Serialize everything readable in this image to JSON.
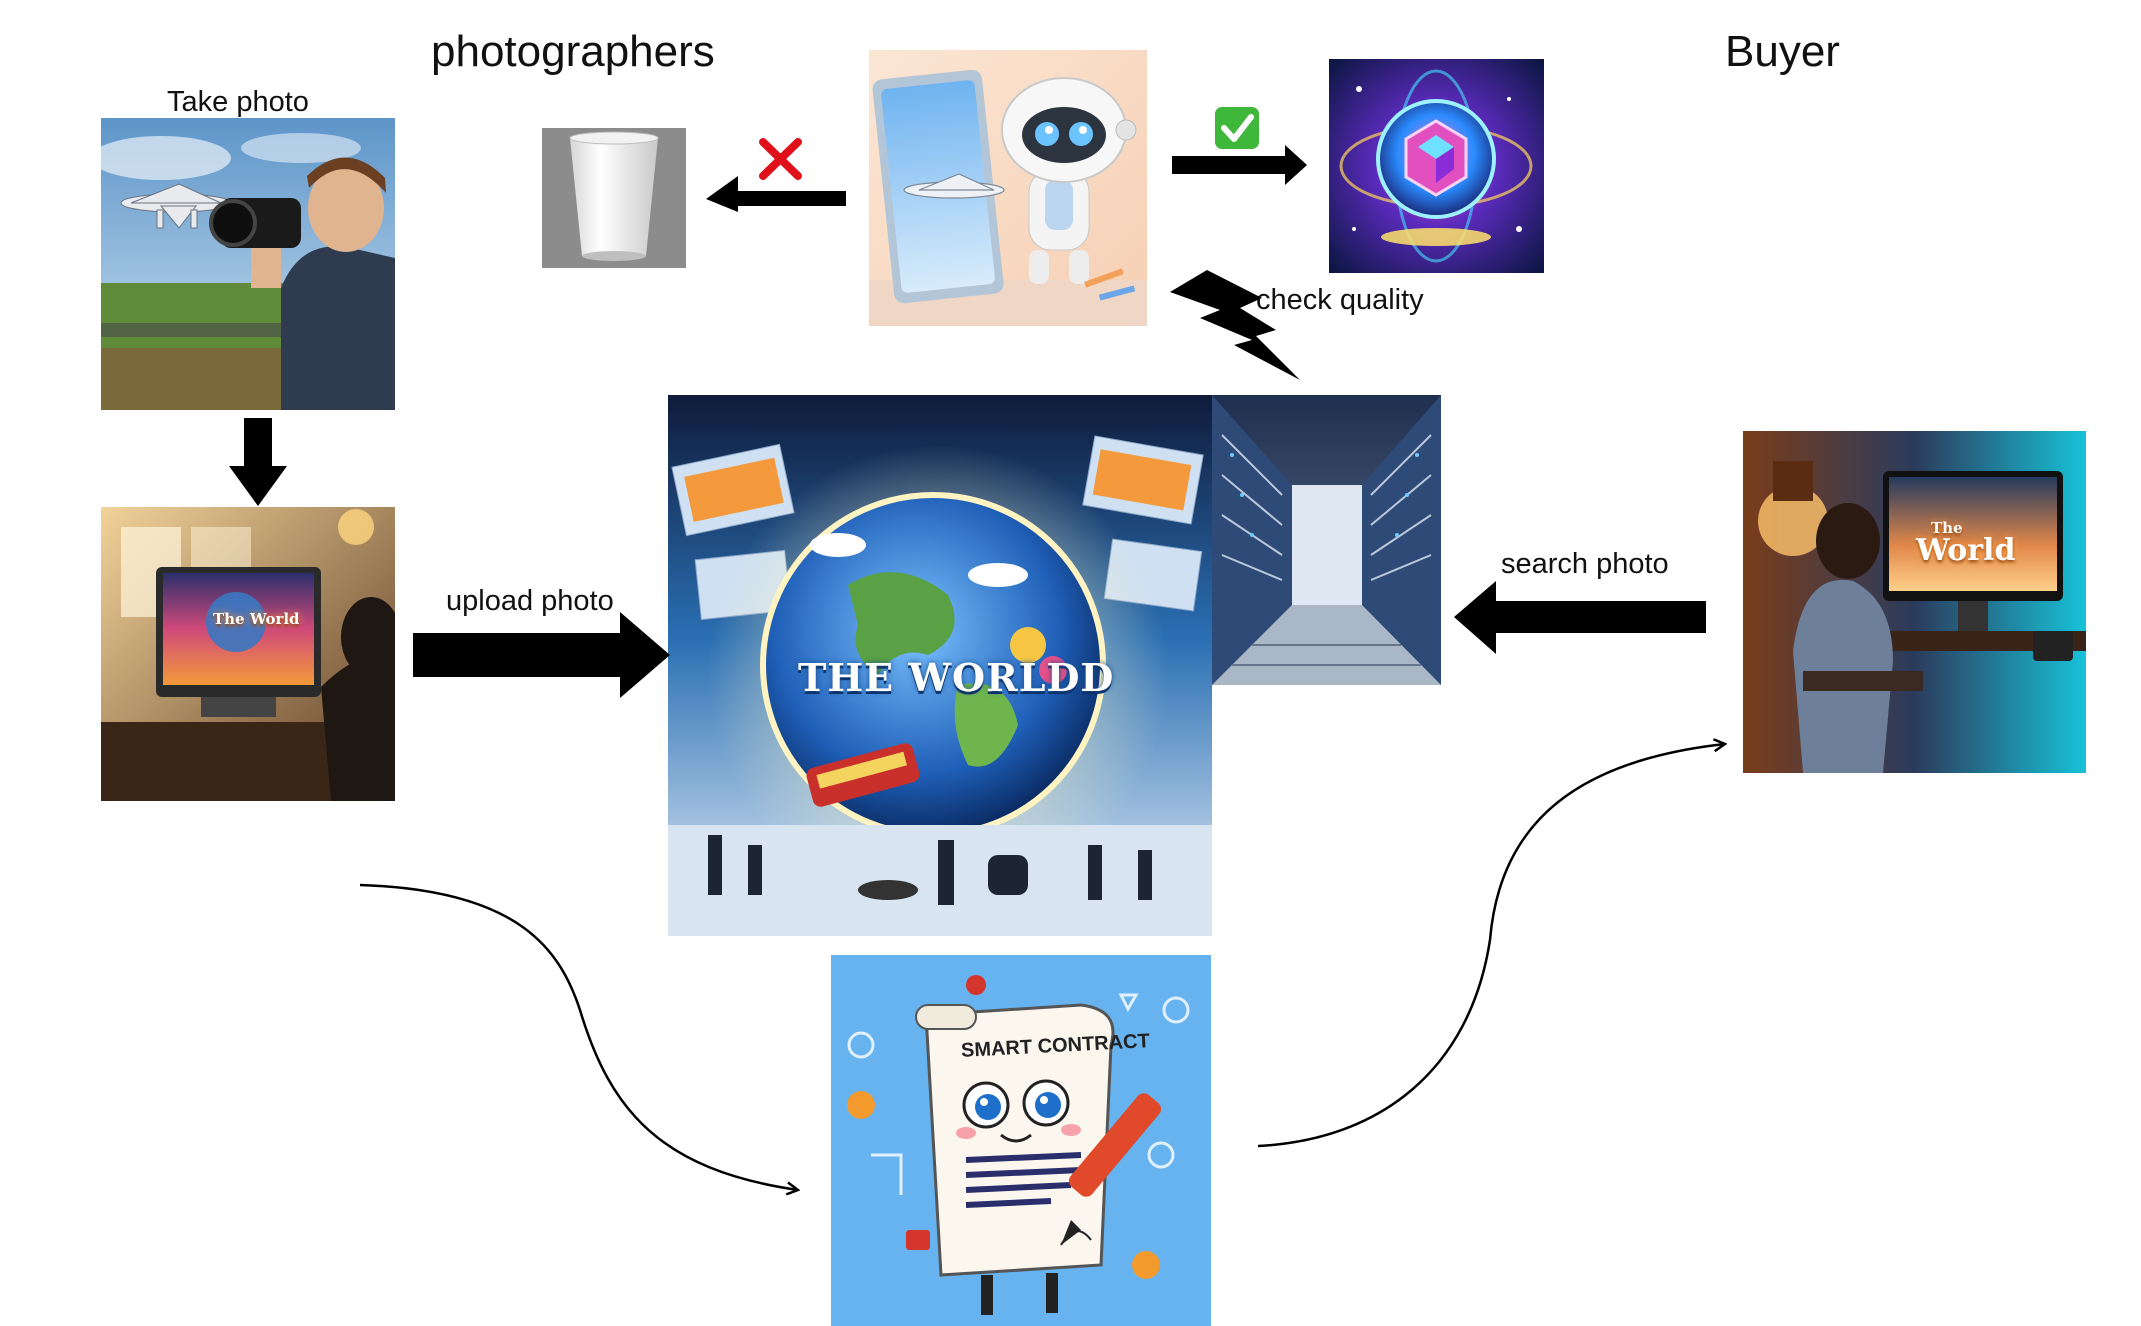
{
  "labels": {
    "photographers": "photographers",
    "buyer": "Buyer",
    "take_photo": "Take photo",
    "upload_photo": "upload photo",
    "check_quality": "check quality",
    "search_photo": "search photo"
  },
  "image_text": {
    "laptop_brand": "The World",
    "platform_title": "THE WORLDD",
    "contract_title": "SMART CONTRACT",
    "buyer_screen_the": "The",
    "buyer_screen_world": "World"
  },
  "marks": {
    "reject": "✕",
    "approve": "✓"
  },
  "colors": {
    "arrow": "#000000",
    "reject": "#e0101a",
    "approve": "#3fb73a",
    "sky": "#7fb6e6",
    "contract_bg": "#66b3ef",
    "server_blue": "#3c5f96"
  }
}
